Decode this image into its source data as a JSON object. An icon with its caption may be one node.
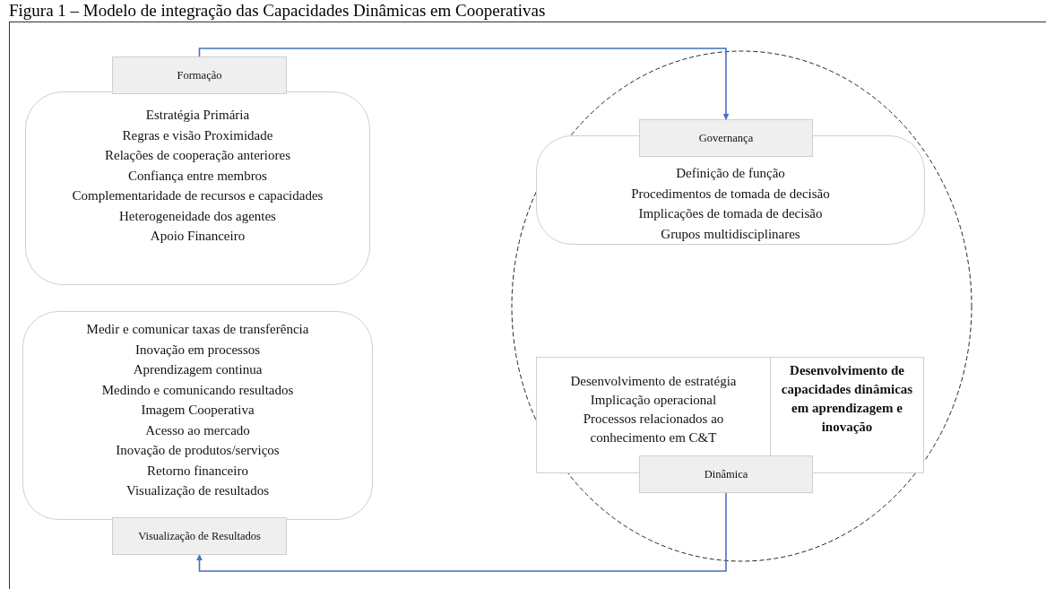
{
  "diagram": {
    "title": "Figura 1 – Modelo de integração das Capacidades Dinâmicas em Cooperativas",
    "nodes": [
      {
        "text": [
          "Formação"
        ]
      },
      {
        "text": [
          "Estratégia Primária",
          "Regras e visão Proximidade",
          "Relações de cooperação anteriores",
          "Confiança entre membros",
          "Complementaridade de recursos e capacidades",
          "Heterogeneidade dos agentes",
          "Apoio Financeiro"
        ]
      },
      {
        "text": [],
        "shape": "circle"
      },
      {
        "text": [
          "Governança"
        ],
        "in": 2
      },
      {
        "text": [
          "Definição de função",
          "Procedimentos de tomada de decisão",
          "Implicações de tomada de decisão",
          "Grupos multidisciplinares"
        ],
        "in": 2
      },
      {
        "text": [
          "Desenvolvimento de estratégia",
          "Implicação operacional",
          "Processos relacionados ao conhecimento em C&T",
          "Desenvolvimento de capacidades dinâmicas em aprendizagem e inovação"
        ],
        "in": 2
      },
      {
        "text": [
          "Dinâmica"
        ],
        "in": 2
      },
      {
        "text": [
          "Medir e comunicar taxas de transferência",
          "Inovação em processos",
          "Aprendizagem continua",
          "Medindo e comunicando resultados",
          "Imagem Cooperativa",
          "Acesso ao mercado",
          "Inovação de produtos/serviços",
          "Retorno financeiro",
          "Visualização de resultados"
        ]
      },
      {
        "text": [
          "Visualização de Resultados"
        ]
      }
    ],
    "edges": [
      {
        "from": 0,
        "to": 3,
        "arrow": "to"
      },
      {
        "from": 6,
        "to": 8,
        "arrow": "to"
      }
    ]
  }
}
